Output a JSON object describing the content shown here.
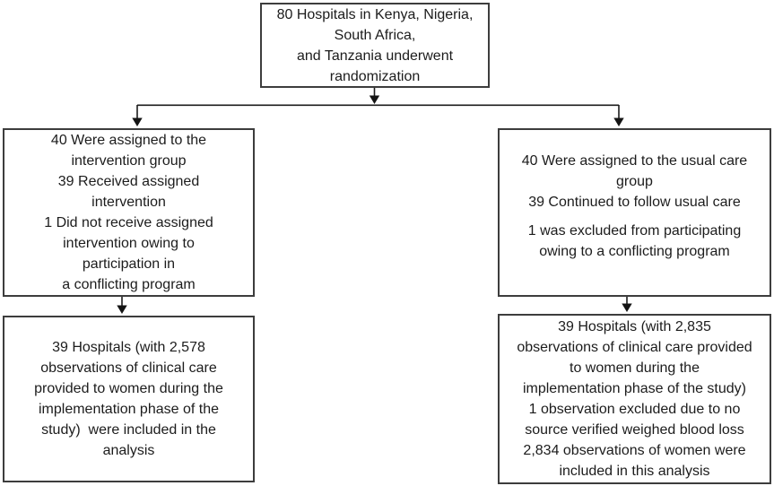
{
  "diagram": {
    "type": "consort-flow",
    "colors": {
      "background": "#ffffff",
      "box_border": "#3d3d3d",
      "text": "#1c1c1c",
      "arrow": "#1c1c1c"
    },
    "boxes": {
      "randomization": {
        "text": "80 Hospitals in Kenya, Nigeria,\nSouth Africa,\nand Tanzania underwent\nrandomization"
      },
      "intervention_assignment": {
        "text": "40 Were assigned to the\nintervention group\n39 Received assigned\nintervention\n1 Did not receive assigned\nintervention owing to\nparticipation in\na conflicting program"
      },
      "usual_care_assignment": {
        "paragraphs": [
          "40 Were assigned to the usual care\ngroup\n39 Continued to follow usual care",
          "1 was excluded from participating\nowing to a conflicting program"
        ]
      },
      "intervention_analysis": {
        "text": "39 Hospitals (with 2,578\nobservations of clinical care\nprovided to women during the\nimplementation phase of the\nstudy)  were included in the\nanalysis"
      },
      "usual_care_analysis": {
        "text": "39 Hospitals (with 2,835\nobservations of clinical care provided\nto women during the\nimplementation phase of the study)\n1 observation excluded due to no\nsource verified weighed blood loss\n2,834 observations of women were\nincluded in this analysis"
      }
    }
  }
}
